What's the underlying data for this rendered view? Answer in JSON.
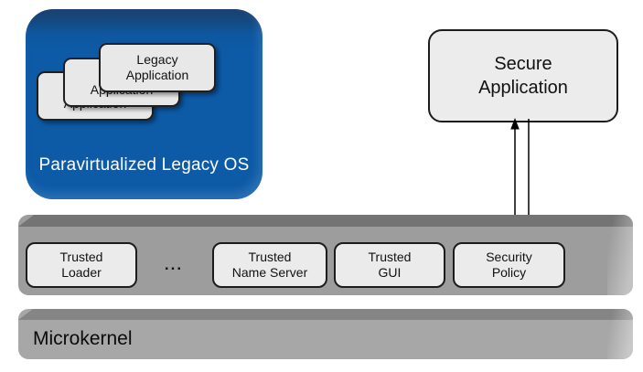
{
  "legacy_os": {
    "label": "Paravirtualized Legacy OS",
    "cards": [
      {
        "label": "Legacy\nApplication"
      },
      {
        "label": "Legacy\nApplication"
      },
      {
        "label": "Legacy\nApplication"
      }
    ]
  },
  "secure_app": {
    "label": "Secure\nApplication"
  },
  "services": {
    "ellipsis": "...",
    "items": [
      {
        "label": "Trusted\nLoader"
      },
      {
        "label": "Trusted\nName Server"
      },
      {
        "label": "Trusted\nGUI"
      },
      {
        "label": "Security\nPolicy"
      }
    ]
  },
  "microkernel": {
    "label": "Microkernel"
  },
  "colors": {
    "legacy_os_blue": "#0d5aa6",
    "legacy_os_bevel": "#1d4070",
    "services_bar_gray": "#9d9d9d",
    "services_bar_bevel": "#747474",
    "microkernel_gray": "#a7a7a7",
    "microkernel_bevel": "#858585",
    "node_fill": "#ebebeb",
    "node_border": "#1c1c1c",
    "os_label_text": "#ffffff",
    "arrow_color": "#000000"
  }
}
